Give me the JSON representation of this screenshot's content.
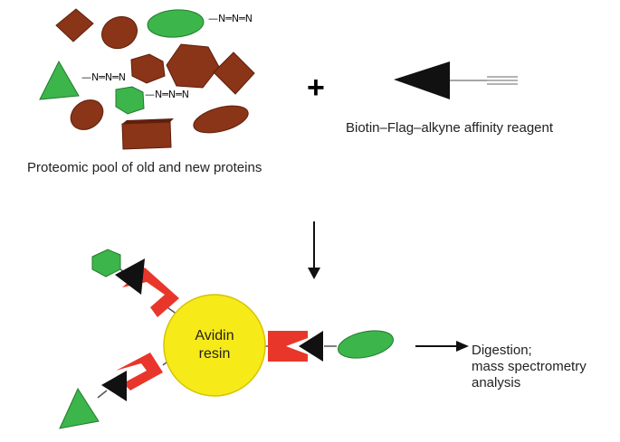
{
  "labels": {
    "pool_caption": "Proteomic pool of old and new proteins",
    "reagent_caption": "Biotin–Flag–alkyne affinity reagent",
    "plus": "+",
    "resin_line1": "Avidin",
    "resin_line2": "resin",
    "result_line1": "Digestion;",
    "result_line2": "mass spectrometry",
    "result_line3": "analysis",
    "azide": "—N═N═N"
  },
  "colors": {
    "protein_brown": "#8a3418",
    "protein_dark": "#5e200c",
    "new_protein_green": "#3cb54a",
    "new_protein_dark": "#237a2e",
    "resin_yellow": "#f7ea19",
    "resin_outline": "#d4c400",
    "flag_red": "#e8372a",
    "biotin_black": "#111111"
  }
}
